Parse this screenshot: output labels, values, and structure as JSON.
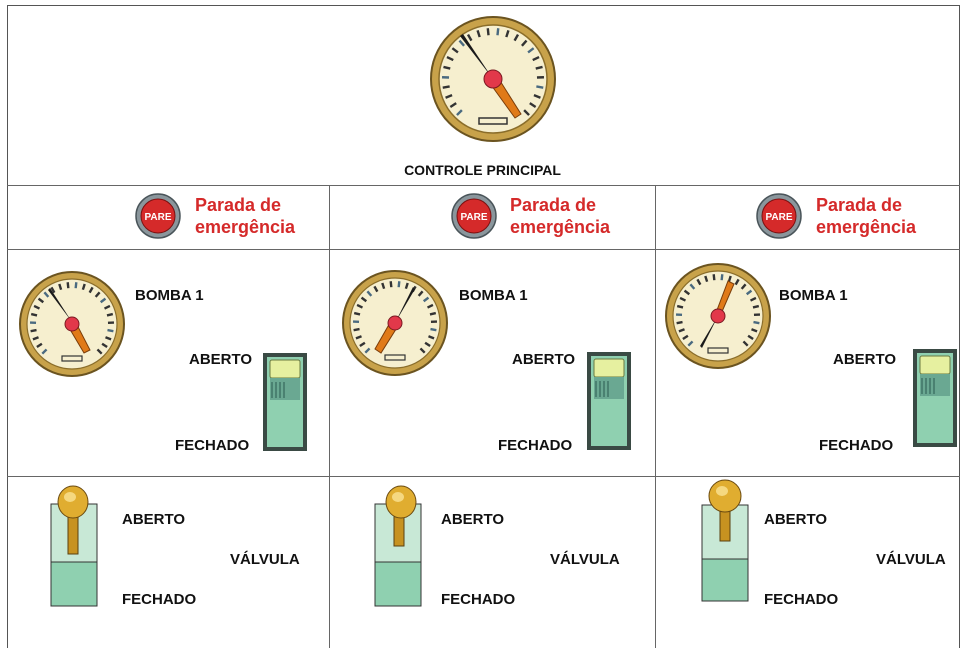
{
  "main": {
    "title": "CONTROLE PRINCIPAL"
  },
  "columns": [
    {
      "stop_button_label": "PARE",
      "stop_text_line1": "Parada de",
      "stop_text_line2": "emergência",
      "pump_label": "BOMBA 1",
      "pump_open_label": "ABERTO",
      "pump_closed_label": "FECHADO",
      "valve_open_label": "ABERTO",
      "valve_label": "VÁLVULA",
      "valve_closed_label": "FECHADO"
    },
    {
      "stop_button_label": "PARE",
      "stop_text_line1": "Parada de",
      "stop_text_line2": "emergência",
      "pump_label": "BOMBA 1",
      "pump_open_label": "ABERTO",
      "pump_closed_label": "FECHADO",
      "valve_open_label": "ABERTO",
      "valve_label": "VÁLVULA",
      "valve_closed_label": "FECHADO"
    },
    {
      "stop_button_label": "PARE",
      "stop_text_line1": "Parada de",
      "stop_text_line2": "emergência",
      "pump_label": "BOMBA 1",
      "pump_open_label": "ABERTO",
      "pump_closed_label": "FECHADO",
      "valve_open_label": "ABERTO",
      "valve_label": "VÁLVULA",
      "valve_closed_label": "FECHADO"
    }
  ],
  "colors": {
    "gauge_rim": "#c8a24a",
    "gauge_face": "#f6efcf",
    "needle": "#e07a18",
    "hub": "#e2384a",
    "stop_red": "#d52a2a",
    "switch_green": "#8fd0b0",
    "switch_light": "#e6f0a0",
    "knob_gold": "#d9a525"
  },
  "icons": {
    "gauge": "analog-gauge-icon",
    "stop": "stop-button-icon",
    "pump_switch": "rocker-switch-icon",
    "valve_lever": "lever-switch-icon"
  }
}
